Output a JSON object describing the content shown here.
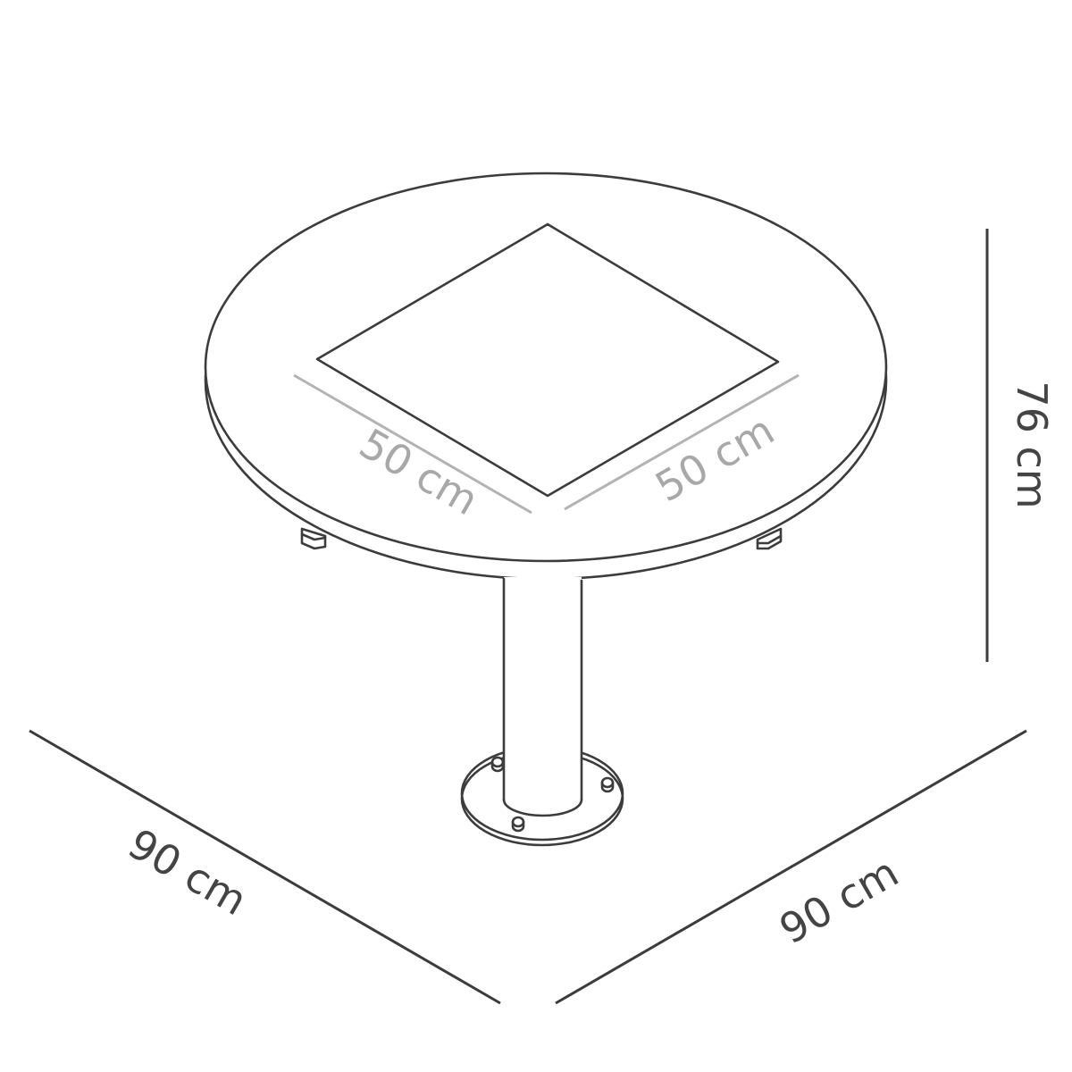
{
  "dimensions": {
    "top_width_left": "50 cm",
    "top_width_right": "50 cm",
    "height": "76 cm",
    "base_left": "90 cm",
    "base_right": "90 cm"
  },
  "colors": {
    "outline": "#3c3c3c",
    "inner_dimension": "#a8a8a8",
    "background": "#ffffff"
  }
}
